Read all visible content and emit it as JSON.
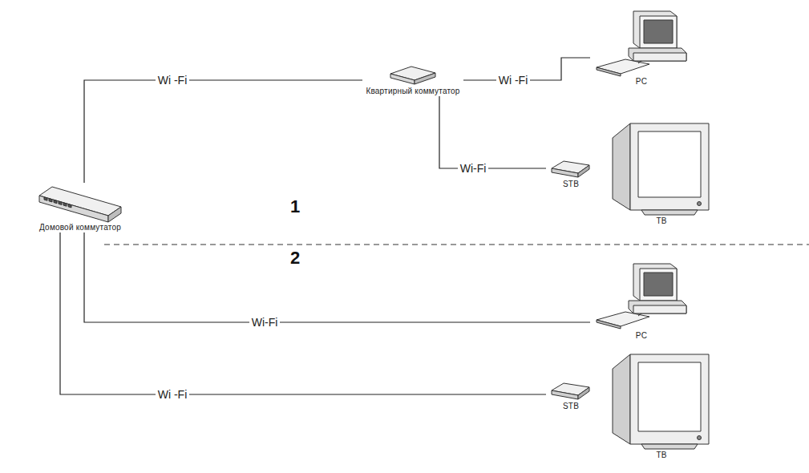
{
  "diagram": {
    "nodes": [
      {
        "text": [
          "Домовой коммутатор"
        ]
      },
      {
        "text": [
          "Квартирный коммутатор"
        ]
      },
      {
        "text": [
          "PC"
        ]
      },
      {
        "text": [
          "STB"
        ]
      },
      {
        "text": [
          "ТВ"
        ]
      },
      {
        "text": [
          "PC"
        ]
      },
      {
        "text": [
          "STB"
        ]
      },
      {
        "text": [
          "ТВ"
        ]
      }
    ],
    "edges": [
      {
        "from": 0,
        "to": 1,
        "label": "Wi -Fi",
        "arrow": "none"
      },
      {
        "from": 1,
        "to": 2,
        "label": "Wi -Fi",
        "arrow": "none"
      },
      {
        "from": 1,
        "to": 3,
        "label": "Wi-Fi",
        "arrow": "none"
      },
      {
        "from": 0,
        "to": 5,
        "label": "Wi-Fi",
        "arrow": "none"
      },
      {
        "from": 0,
        "to": 6,
        "label": "Wi -Fi",
        "arrow": "none"
      }
    ],
    "labels": [
      "1",
      "2"
    ]
  }
}
